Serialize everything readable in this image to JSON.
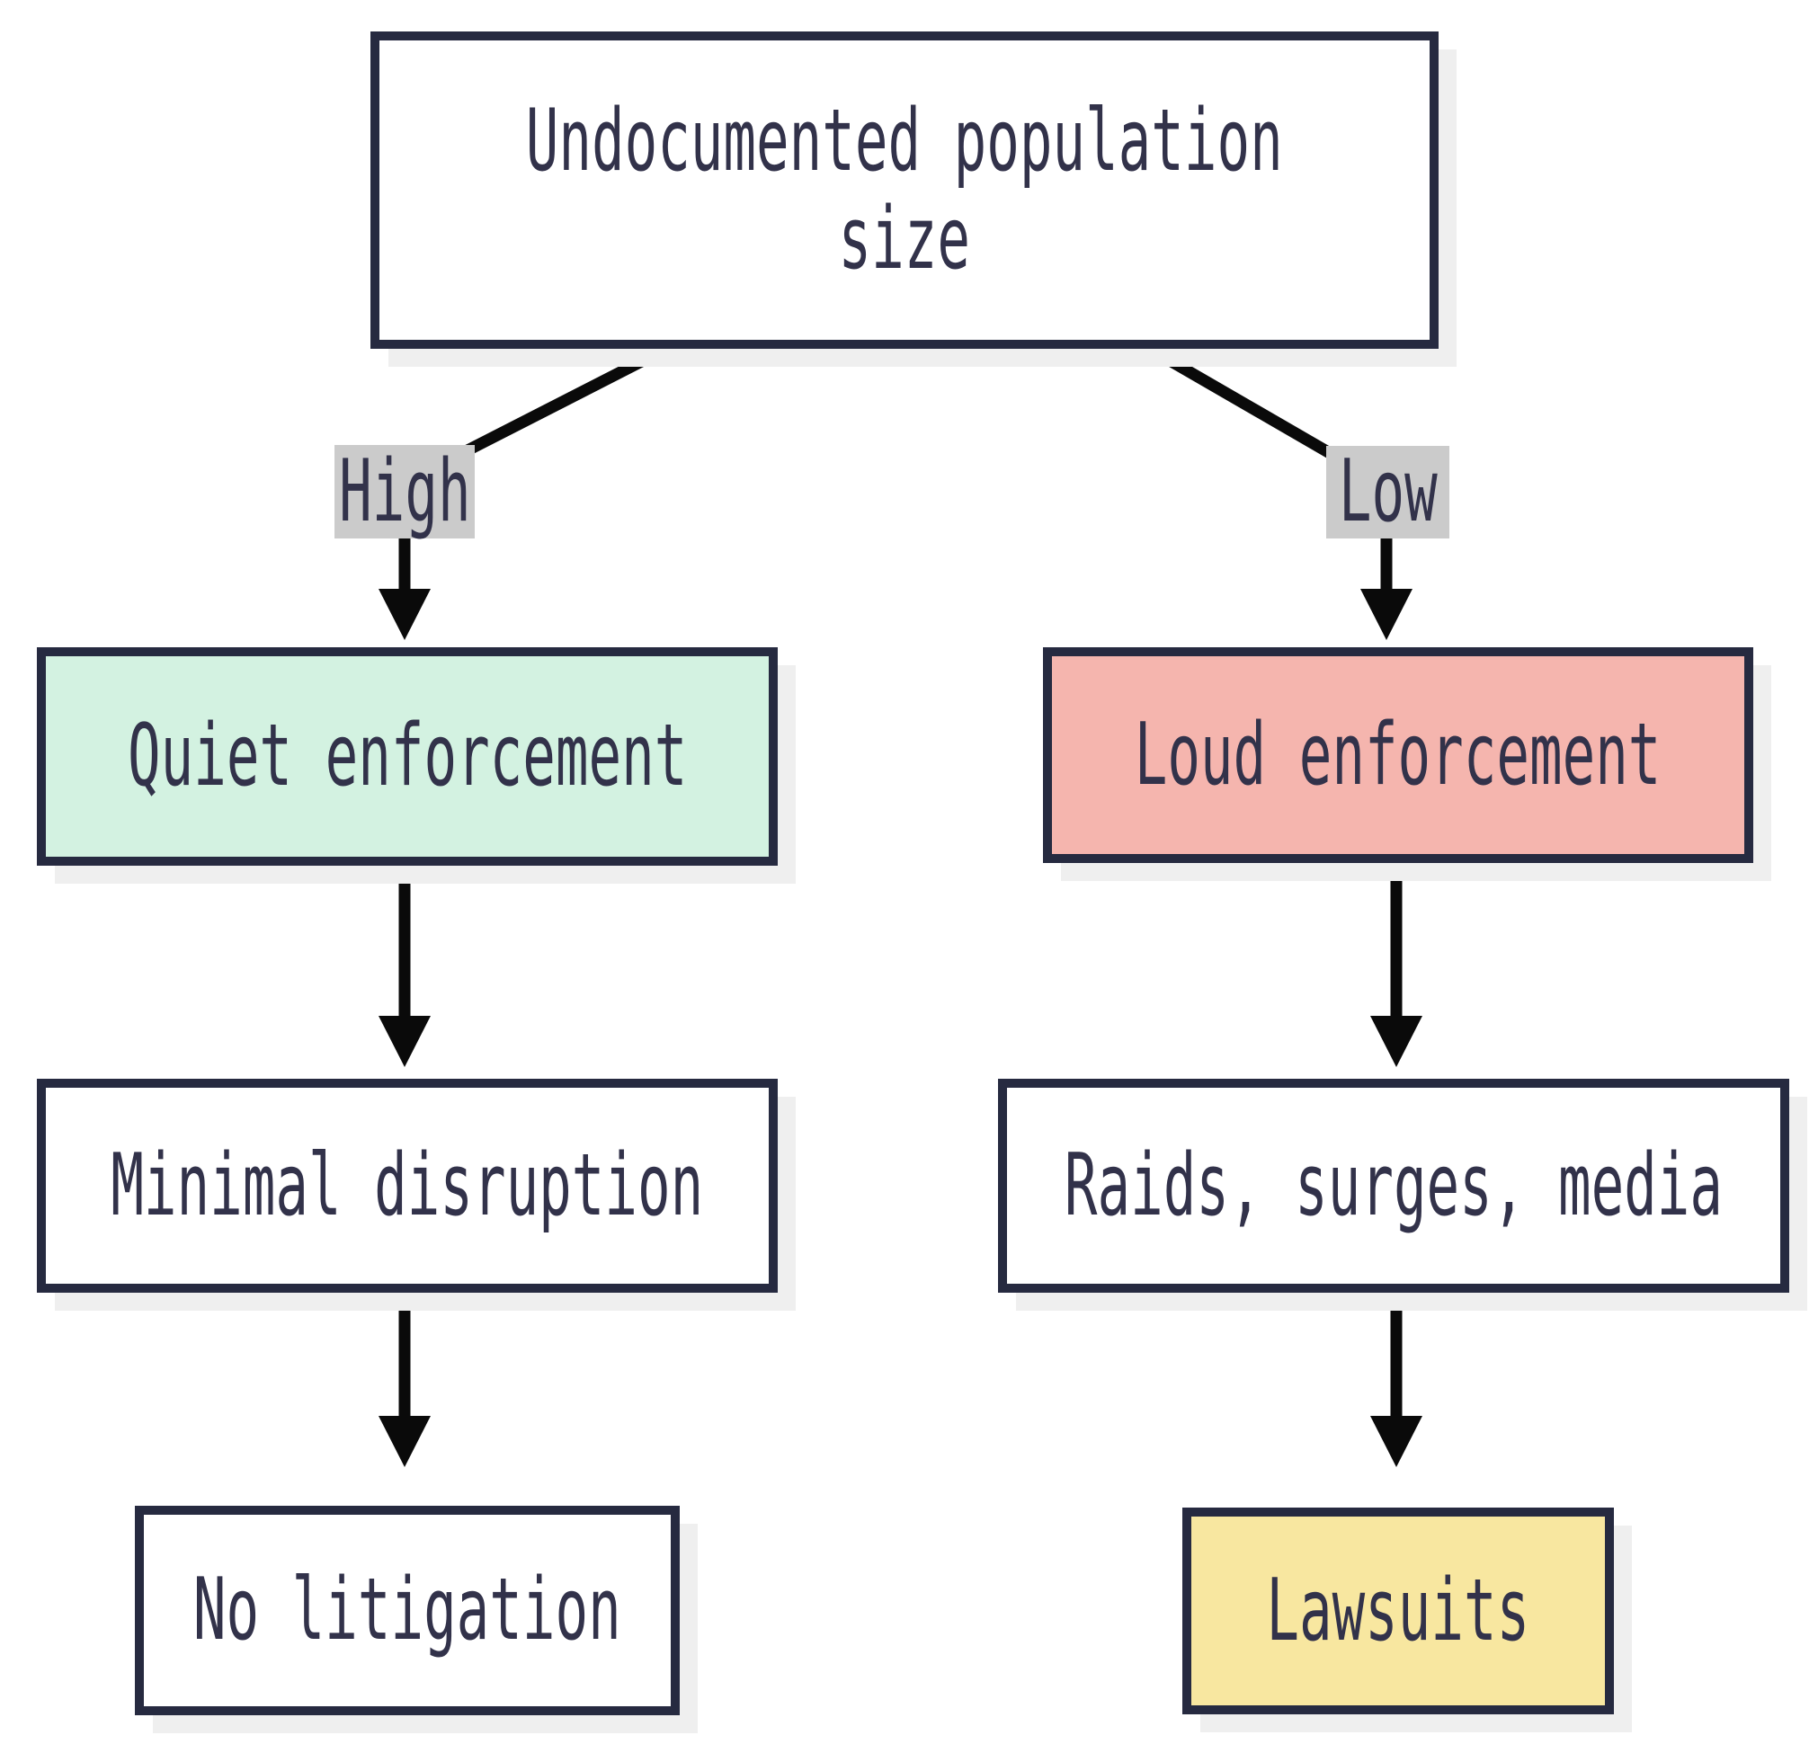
{
  "diagram_type": "flowchart",
  "colors": {
    "background": "#ffffff",
    "node_border": "#262a40",
    "node_text": "#32324a",
    "node_shadow": "#efefef",
    "edge_label_bg": "#cbcbcb",
    "quiet_node_bg": "#d3f2e1",
    "loud_node_bg": "#f5b5ae",
    "lawsuits_node_bg": "#f8e7a0",
    "connector": "#0a0a0a"
  },
  "nodes": {
    "root": {
      "line1": "Undocumented population",
      "line2": "size"
    },
    "quiet": {
      "label": "Quiet enforcement"
    },
    "loud": {
      "label": "Loud enforcement"
    },
    "minimal": {
      "label": "Minimal disruption"
    },
    "raids": {
      "label": "Raids, surges, media"
    },
    "no_litigation": {
      "label": "No litigation"
    },
    "lawsuits": {
      "label": "Lawsuits"
    }
  },
  "edge_labels": {
    "high": "High",
    "low": "Low"
  }
}
